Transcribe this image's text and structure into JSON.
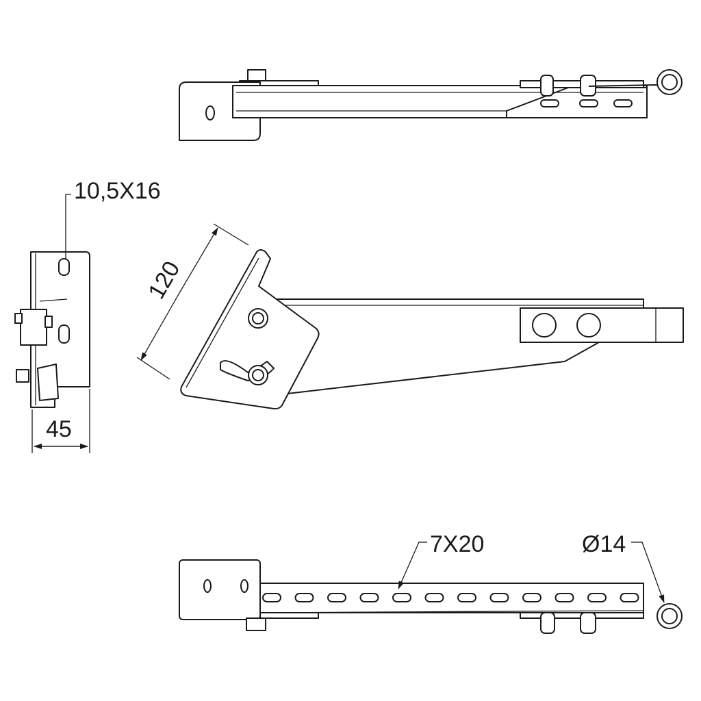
{
  "drawing": {
    "labels": {
      "slot_top": "10,5X16",
      "length": "120",
      "width": "45",
      "slots": "7X20",
      "ring_diameter": "Ø14"
    },
    "line_color": "#1a1a1a"
  }
}
